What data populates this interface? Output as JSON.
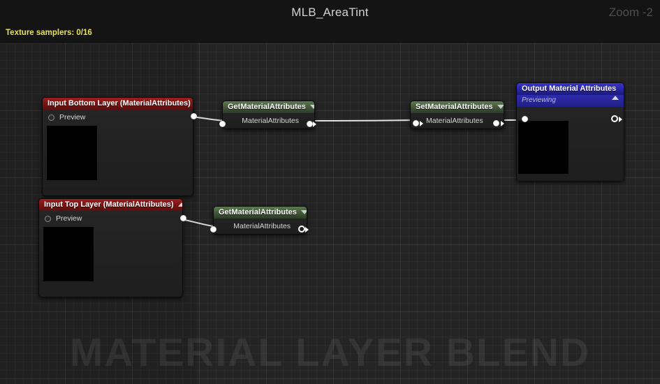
{
  "window": {
    "graph_title": "MLB_AreaTint",
    "zoom_level": "Zoom -2",
    "texture_samplers": "Texture samplers: 0/16",
    "watermark": "MATERIAL LAYER BLEND",
    "colors": {
      "canvas": "#242424",
      "topbar": "#141414",
      "samplers_text": "#e6e065",
      "input_node_header": "#7c1515",
      "function_node_header": "#465c3c",
      "output_node_header": "#2a27a8",
      "wire": "#d8d8d8"
    }
  },
  "nodes": {
    "input_bottom_layer": {
      "title": "Input Bottom Layer (MaterialAttributes)",
      "collapse_icon": "caret-up-icon",
      "preview_label": "Preview",
      "output_pin_label": "",
      "header_color": "#7c1515"
    },
    "input_top_layer": {
      "title": "Input Top Layer (MaterialAttributes)",
      "collapse_icon": "caret-up-icon",
      "preview_label": "Preview",
      "output_pin_label": "",
      "header_color": "#7c1515"
    },
    "get_material_attributes_1": {
      "title": "GetMaterialAttributes",
      "collapse_icon": "caret-down-icon",
      "pin_label": "MaterialAttributes",
      "header_color": "#465c3c"
    },
    "get_material_attributes_2": {
      "title": "GetMaterialAttributes",
      "collapse_icon": "caret-down-icon",
      "pin_label": "MaterialAttributes",
      "header_color": "#465c3c"
    },
    "set_material_attributes": {
      "title": "SetMaterialAttributes",
      "collapse_icon": "caret-down-icon",
      "pin_label": "MaterialAttributes",
      "header_color": "#465c3c"
    },
    "output_material_attributes": {
      "title": "Output Material Attributes",
      "subtitle": "Previewing",
      "collapse_icon": "caret-up-icon",
      "header_color": "#2a27a8"
    }
  }
}
